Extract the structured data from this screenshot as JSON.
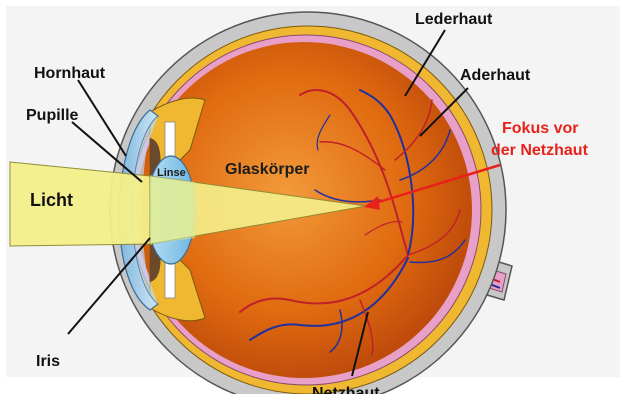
{
  "labels": {
    "lederhaut": "Lederhaut",
    "aderhaut": "Aderhaut",
    "hornhaut": "Hornhaut",
    "pupille": "Pupille",
    "linse": "Linse",
    "glaskoerper": "Glaskörper",
    "licht": "Licht",
    "fokus_line1": "Fokus vor",
    "fokus_line2": "der Netzhaut",
    "iris": "Iris",
    "netzhaut": "Netzhaut"
  },
  "colors": {
    "sclera": "#c8c8c8",
    "choroid": "#f0b830",
    "retina": "#e8a0c8",
    "vitreous": "#e06a10",
    "cornea": "#a8cde8",
    "lens": "#8cc8e8",
    "light": "#f5f08a",
    "vessels_red": "#c0202a",
    "vessels_blue": "#2030a0",
    "focus_arrow": "#e8221b"
  }
}
